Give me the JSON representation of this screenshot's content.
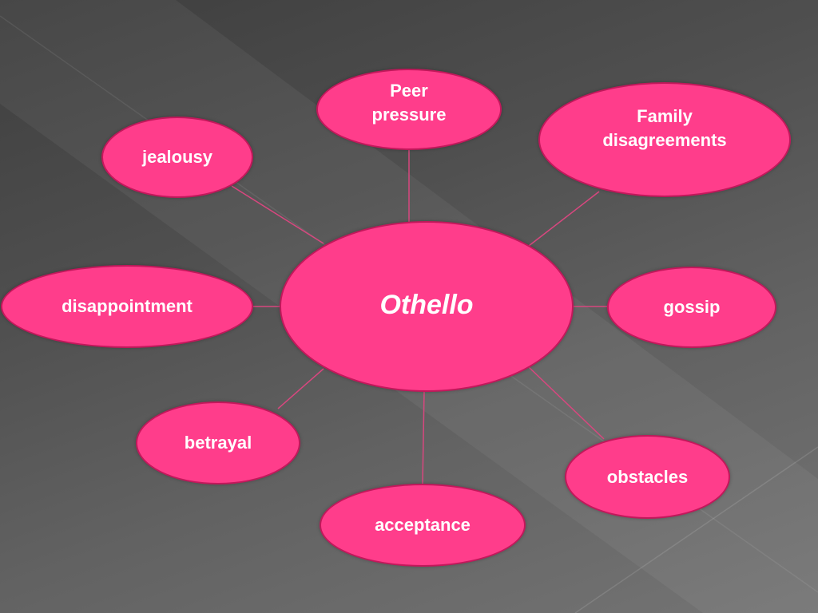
{
  "colors": {
    "node_fill": "#ff3d8b",
    "node_border": "#c2185b",
    "connector": "#d8477f",
    "text": "#ffffff"
  },
  "diagram": {
    "center": {
      "label": "Othello"
    },
    "nodes": [
      {
        "id": "peer",
        "label": "Peer\npressure"
      },
      {
        "id": "family",
        "label": "Family\ndisagreements"
      },
      {
        "id": "jealousy",
        "label": "jealousy"
      },
      {
        "id": "disappoint",
        "label": "disappointment"
      },
      {
        "id": "gossip",
        "label": "gossip"
      },
      {
        "id": "betrayal",
        "label": "betrayal"
      },
      {
        "id": "obstacles",
        "label": "obstacles"
      },
      {
        "id": "acceptance",
        "label": "acceptance"
      }
    ]
  }
}
